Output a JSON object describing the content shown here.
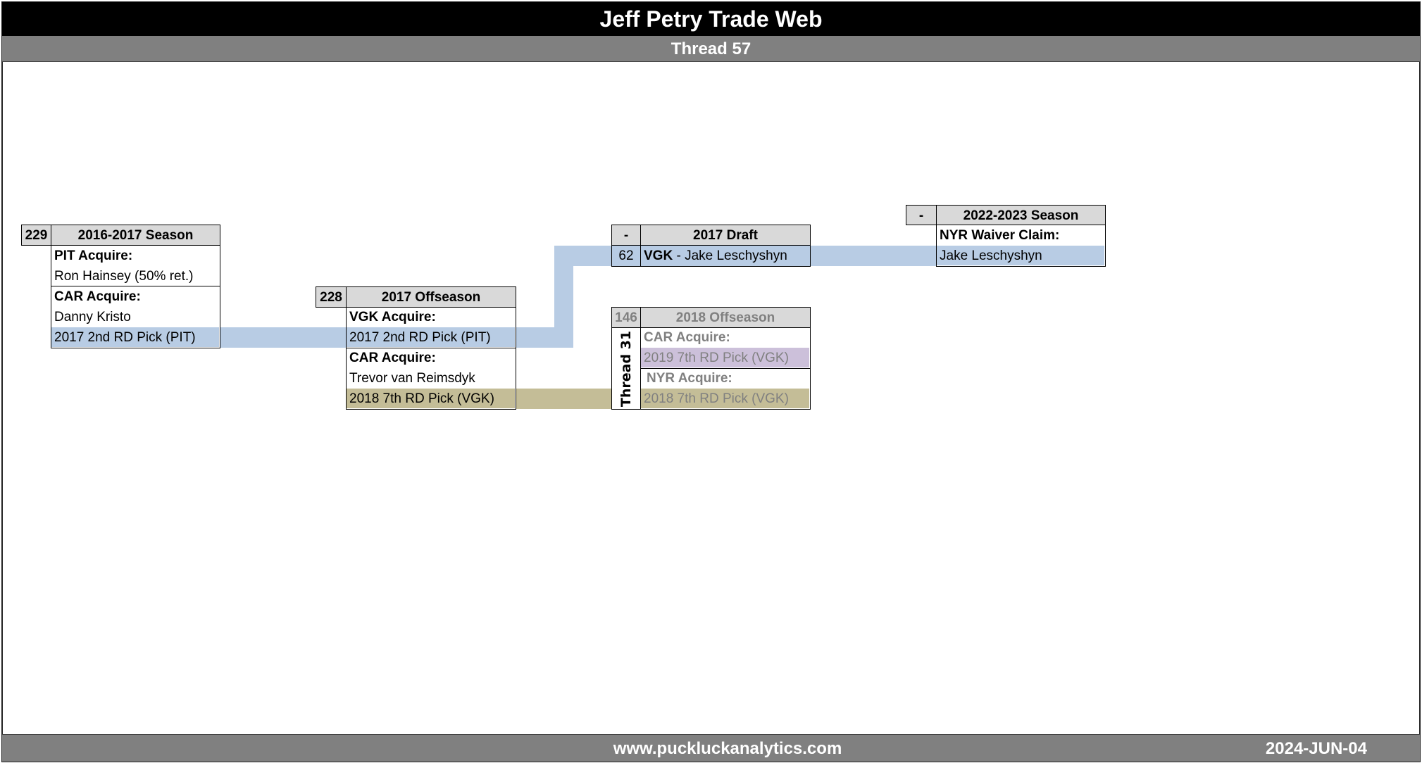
{
  "title": "Jeff Petry Trade Web",
  "subtitle": "Thread 57",
  "footer": {
    "site": "www.puckluckanalytics.com",
    "date": "2024-JUN-04"
  },
  "colors": {
    "blue": "#b8cce4",
    "tan": "#c4bd97",
    "purple": "#ccc0da",
    "header": "#d9d9d9"
  },
  "boxes": [
    {
      "num": "229",
      "header": "2016-2017 Season",
      "rows": [
        "PIT Acquire:",
        "Ron Hainsey (50% ret.)",
        "CAR Acquire:",
        "Danny Kristo",
        "2017 2nd RD Pick (PIT)"
      ]
    },
    {
      "num": "228",
      "header": "2017 Offseason",
      "rows": [
        "VGK Acquire:",
        "2017 2nd RD Pick (PIT)",
        "CAR Acquire:",
        "Trevor van Reimsdyk",
        "2018 7th RD Pick (VGK)"
      ]
    },
    {
      "num": "-",
      "header": "2017 Draft",
      "pick": "62",
      "team": "VGK",
      "player": " - Jake Leschyshyn"
    },
    {
      "num": "-",
      "header": "2022-2023 Season",
      "rows": [
        "NYR Waiver Claim:",
        "Jake Leschyshyn"
      ]
    },
    {
      "num": "146",
      "header": "2018 Offseason",
      "side": "Thread 31",
      "rows": [
        "CAR Acquire:",
        "2019 7th RD Pick (VGK)",
        "NYR Acquire:",
        "2018 7th RD Pick (VGK)"
      ]
    }
  ]
}
